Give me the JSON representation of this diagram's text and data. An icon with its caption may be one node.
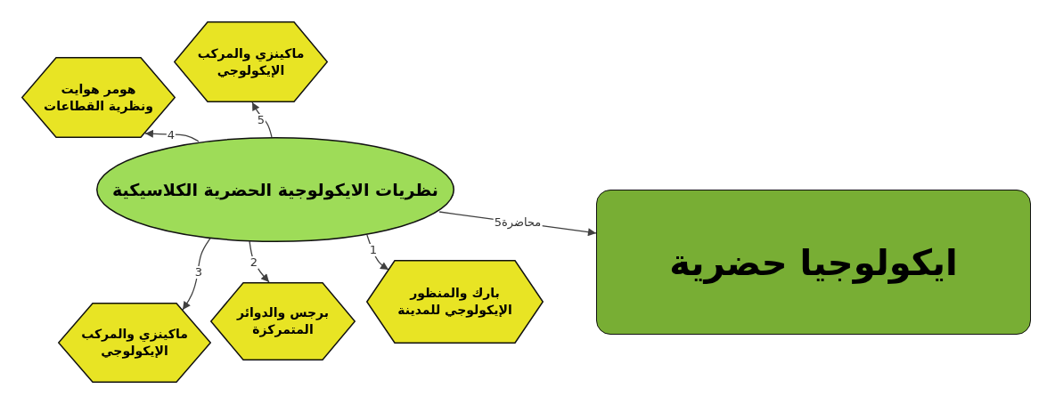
{
  "diagram": {
    "nodes": [
      {
        "text": [
          "ماكينزي والمركب الإيكولوجي"
        ]
      },
      {
        "text": [
          "هومر هوايت ونظرية القطاعات"
        ]
      },
      {
        "text": [
          "نظريات الايكولوجية الحضرية الكلاسيكية"
        ]
      },
      {
        "text": [
          "ايكولوجيا حضرية"
        ]
      },
      {
        "text": [
          "بارك والمنظور الإيكولوجي للمدينة"
        ]
      },
      {
        "text": [
          "برجس والدوائر المتمركزة"
        ]
      },
      {
        "text": [
          "ماكينزي والمركب الإيكولوجي"
        ]
      }
    ],
    "edges": [
      {
        "from": 2,
        "to": 4,
        "arrow": "to",
        "label": "1"
      },
      {
        "from": 2,
        "to": 5,
        "arrow": "to",
        "label": "2"
      },
      {
        "from": 2,
        "to": 6,
        "arrow": "to",
        "label": "3"
      },
      {
        "from": 2,
        "to": 1,
        "arrow": "to",
        "label": "4"
      },
      {
        "from": 2,
        "to": 0,
        "arrow": "to",
        "label": "5"
      },
      {
        "from": 2,
        "to": 3,
        "arrow": "to",
        "label": "محاضرة5"
      }
    ]
  }
}
